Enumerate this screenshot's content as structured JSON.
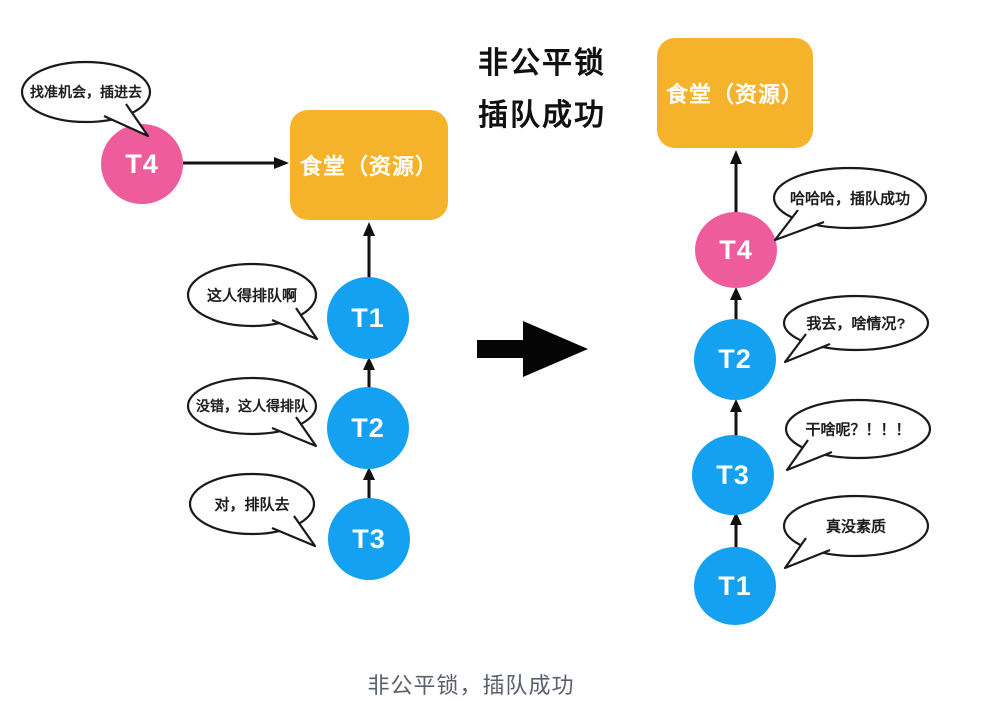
{
  "title": {
    "line1": "非公平锁",
    "line2": "插队成功"
  },
  "caption": "非公平锁，插队成功",
  "colors": {
    "resource_orange": "#f5b32b",
    "thread_pink": "#ee5c9c",
    "thread_blue": "#14a1f1",
    "arrow_black": "#111111",
    "caption_gray": "#59606c"
  },
  "left_panel": {
    "resource_label": "食堂（资源）",
    "t4": {
      "label": "T4",
      "bubble": "找准机会，插进去"
    },
    "queue": [
      {
        "label": "T1",
        "bubble": "这人得排队啊"
      },
      {
        "label": "T2",
        "bubble": "没错，这人得排队"
      },
      {
        "label": "T3",
        "bubble": "对，排队去"
      }
    ]
  },
  "right_panel": {
    "resource_label": "食堂（资源）",
    "queue": [
      {
        "label": "T4",
        "bubble": "哈哈哈，插队成功"
      },
      {
        "label": "T2",
        "bubble": "我去，啥情况?"
      },
      {
        "label": "T3",
        "bubble": "干啥呢？！！！"
      },
      {
        "label": "T1",
        "bubble": "真没素质"
      }
    ]
  }
}
